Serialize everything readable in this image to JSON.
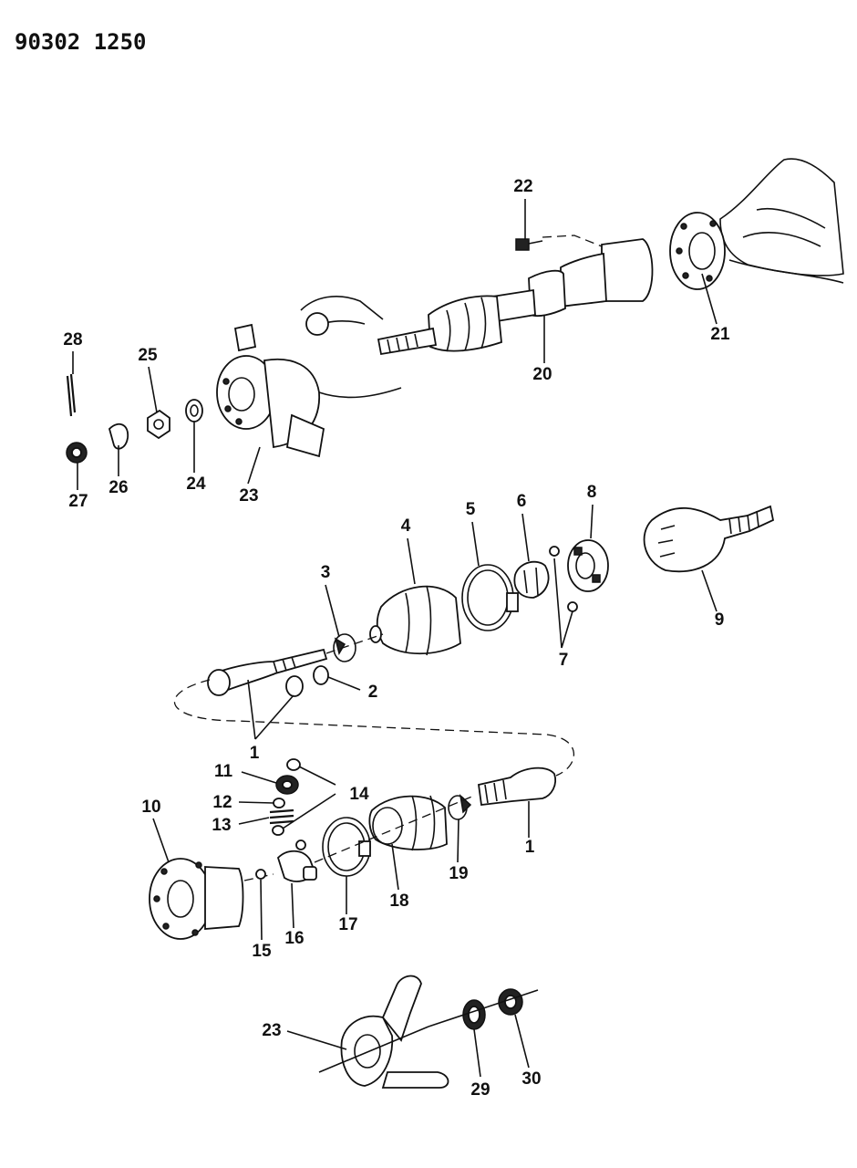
{
  "header": {
    "code": "90302 1250"
  },
  "callouts": [
    "22",
    "21",
    "20",
    "28",
    "25",
    "24",
    "23",
    "26",
    "27",
    "4",
    "5",
    "6",
    "8",
    "9",
    "3",
    "7",
    "2",
    "1",
    "11",
    "12",
    "13",
    "14",
    "10",
    "1",
    "19",
    "18",
    "17",
    "16",
    "15",
    "23",
    "29",
    "30"
  ]
}
